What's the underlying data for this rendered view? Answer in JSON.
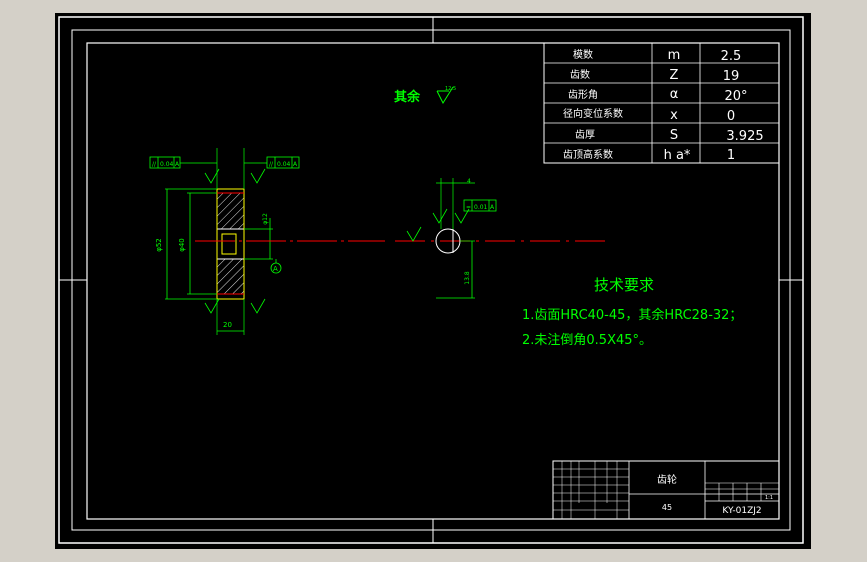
{
  "params_table": {
    "rows": [
      {
        "name": "模数",
        "symbol": "m",
        "value": "2.5"
      },
      {
        "name": "齿数",
        "symbol": "Z",
        "value": "19"
      },
      {
        "name": "齿形角",
        "symbol": "α",
        "value": "20°"
      },
      {
        "name": "径向变位系数",
        "symbol": "x",
        "value": "0"
      },
      {
        "name": "齿厚",
        "symbol": "S",
        "value": "3.925"
      },
      {
        "name": "齿顶高系数",
        "symbol": "h a*",
        "value": "1"
      }
    ]
  },
  "surface_note": {
    "label": "其余",
    "roughness": "12.5"
  },
  "tech_requirements": {
    "title": "技术要求",
    "items": [
      "1.齿面HRC40-45，其余HRC28-32；",
      "2.未注倒角0.5X45°。"
    ]
  },
  "title_block": {
    "part_name": "齿轮",
    "material": "45",
    "drawing_no": "KY-01ZJ2",
    "scale": "1:1"
  },
  "front_view": {
    "fcf_left": [
      "//",
      "0.04",
      "A"
    ],
    "fcf_right": [
      "//",
      "0.04",
      "A"
    ],
    "dim_outer": "φ52",
    "dim_root": "φ40",
    "dim_bore": "φ12",
    "dim_width": "20",
    "datum": "A"
  },
  "side_view": {
    "dim_key": "4",
    "fcf_key": [
      "=",
      "0.01",
      "A"
    ],
    "dim_depth": "13.8"
  },
  "colors": {
    "background": "#000000",
    "frame": "#ffffff",
    "annotation": "#00ff00",
    "centerline": "#ff0000",
    "gear_outline": "#ffff00",
    "window": "#d4d0c8"
  }
}
